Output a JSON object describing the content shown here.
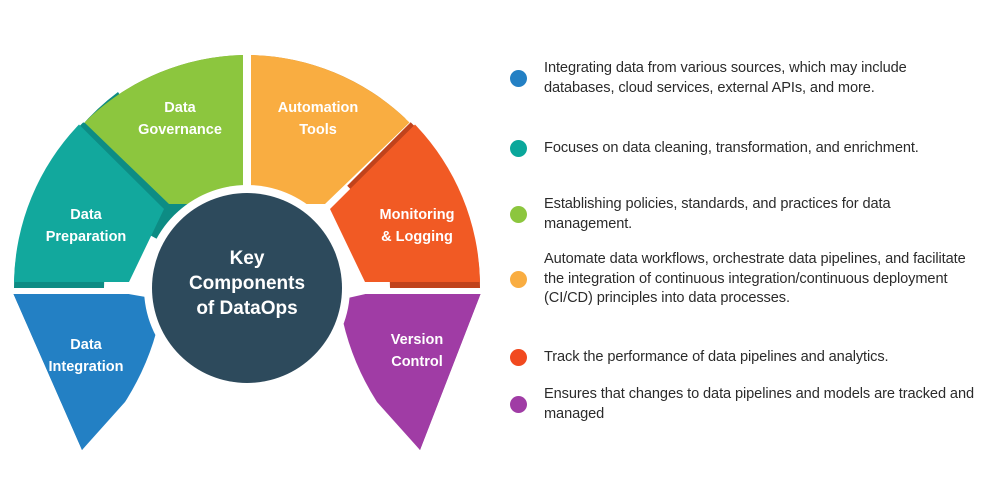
{
  "diagram": {
    "title": "Key Components of DataOps",
    "center": {
      "line1": "Key",
      "line2": "Components",
      "line3": "of DataOps",
      "color": "#2d4a5c"
    },
    "segments": [
      {
        "id": "data-preparation",
        "label_line1": "Data",
        "label_line2": "Preparation",
        "color": "#12a89d",
        "shade": "#0d8c84"
      },
      {
        "id": "data-governance",
        "label_line1": "Data",
        "label_line2": "Governance",
        "color": "#8cc63e",
        "shade": "#74a72f"
      },
      {
        "id": "automation-tools",
        "label_line1": "Automation",
        "label_line2": "Tools",
        "color": "#f9ad41",
        "shade": "#cf8c2c"
      },
      {
        "id": "monitoring-logging",
        "label_line1": "Monitoring",
        "label_line2": "& Logging",
        "color": "#f15a24",
        "shade": "#c0431c"
      },
      {
        "id": "version-control",
        "label_line1": "Version",
        "label_line2": "Control",
        "color": "#a03ca5",
        "shade": "#7d2e84"
      },
      {
        "id": "data-integration",
        "label_line1": "Data",
        "label_line2": "Integration",
        "color": "#2380c4",
        "shade": "#1b6aa3"
      }
    ]
  },
  "legend": {
    "items": [
      {
        "color": "#2380c4",
        "text": "Integrating data from various sources, which may include databases, cloud services, external APIs, and more."
      },
      {
        "color": "#0aa79b",
        "text": "Focuses on data cleaning, transformation, and enrichment."
      },
      {
        "color": "#8cc63e",
        "text": "Establishing policies, standards, and practices for data management."
      },
      {
        "color": "#f9ad41",
        "text": "Automate data workflows, orchestrate data pipelines, and facilitate the integration of continuous integration/continuous deployment (CI/CD) principles into data processes."
      },
      {
        "color": "#f1491f",
        "text": "Track the performance of data pipelines and analytics."
      },
      {
        "color": "#a03ca5",
        "text": "Ensures that changes to data pipelines and models are tracked and managed"
      }
    ]
  }
}
